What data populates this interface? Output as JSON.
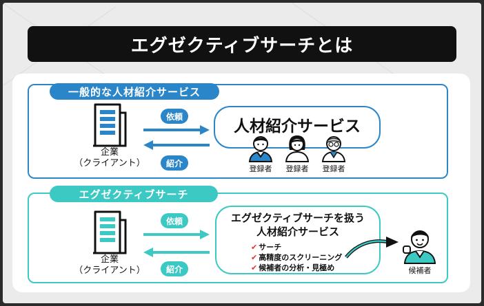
{
  "title": "エグゼクティブサーチとは",
  "sections": [
    {
      "label": "一般的な人材紹介サービス",
      "company": {
        "line1": "企業",
        "line2": "（クライアント）"
      },
      "arrow_top_label": "依頼",
      "arrow_bottom_label": "紹介",
      "agency_title": "人材紹介サービス",
      "registrants": [
        "登録者",
        "登録者",
        "登録者"
      ]
    },
    {
      "label": "エグゼクティブサーチ",
      "company": {
        "line1": "企業",
        "line2": "（クライアント）"
      },
      "arrow_top_label": "依頼",
      "arrow_bottom_label": "紹介",
      "agency_title_line1": "エグゼクティブサーチを扱う",
      "agency_title_line2": "人材紹介サービス",
      "features": [
        "サーチ",
        "高精度のスクリーニング",
        "候補者の分析・見極め"
      ],
      "candidate": "候補者"
    }
  ],
  "colors": {
    "blue": "#2b86c9",
    "teal": "#3cc9c3",
    "check": "#e0342c",
    "title_bg": "#111111"
  }
}
